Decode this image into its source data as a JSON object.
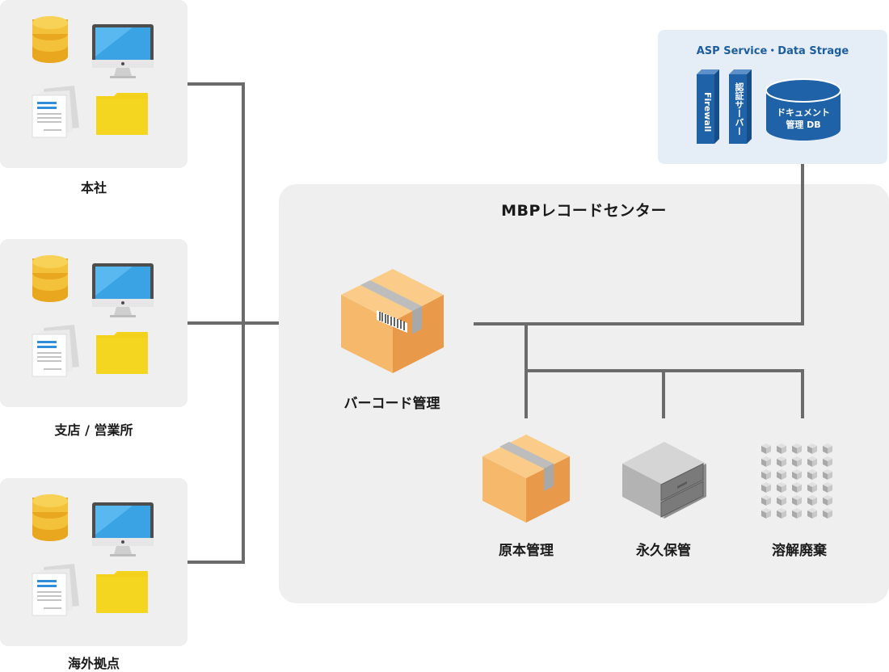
{
  "sites": [
    {
      "label": "本社"
    },
    {
      "label": "支店 / 営業所"
    },
    {
      "label": "海外拠点"
    }
  ],
  "center": {
    "title": "MBPレコードセンター",
    "barcode_label": "バーコード管理",
    "items": [
      {
        "label": "原本管理"
      },
      {
        "label": "永久保管"
      },
      {
        "label": "溶解廃棄"
      }
    ]
  },
  "asp": {
    "title": "ASP Service・Data Strage",
    "firewall": "Firewall",
    "auth_server": "認証サーバー",
    "db_line1": "ドキュメント",
    "db_line2": "管理 DB"
  },
  "colors": {
    "panel": "#efefef",
    "connector": "#6b6b6b",
    "asp_bg": "#e5eef6",
    "accent_blue": "#1c5d9e",
    "box_orange": "#f6b86a",
    "folder_yellow": "#f2d21c",
    "db_gold": "#e8b223"
  }
}
